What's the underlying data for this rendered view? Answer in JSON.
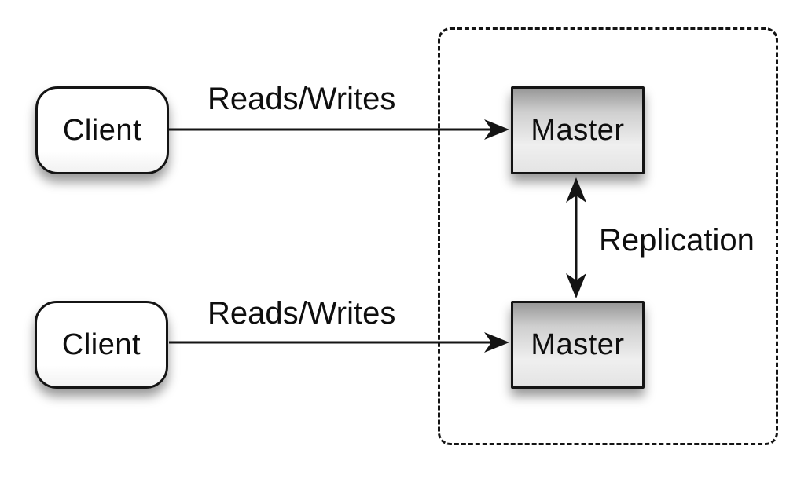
{
  "diagram": {
    "background_color": "#ffffff",
    "colors": {
      "stroke": "#141414",
      "client_fill": "#ffffff",
      "master_gradient_top": "#989898",
      "master_gradient_bottom": "#e4e4e4",
      "label_text": "#0e0e0e"
    },
    "nodes": {
      "client_top": {
        "label": "Client",
        "shape": "rounded-rectangle"
      },
      "client_bottom": {
        "label": "Client",
        "shape": "rounded-rectangle"
      },
      "master_top": {
        "label": "Master",
        "shape": "rectangle"
      },
      "master_bottom": {
        "label": "Master",
        "shape": "rectangle"
      }
    },
    "edges": {
      "reads_writes_top": {
        "label": "Reads/Writes",
        "from": "client_top",
        "to": "master_top",
        "direction": "one-way"
      },
      "reads_writes_bottom": {
        "label": "Reads/Writes",
        "from": "client_bottom",
        "to": "master_bottom",
        "direction": "one-way"
      },
      "replication": {
        "label": "Replication",
        "from": "master_top",
        "to": "master_bottom",
        "direction": "two-way"
      }
    },
    "groups": {
      "replication_zone": {
        "style": "dashed-rounded-rectangle",
        "contains": [
          "master_top",
          "master_bottom"
        ]
      }
    }
  }
}
